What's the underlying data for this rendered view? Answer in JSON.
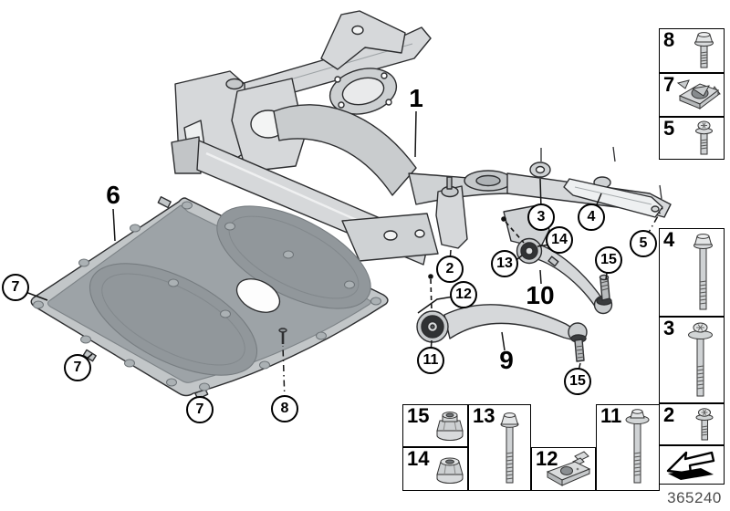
{
  "drawing": {
    "doc_number": "365240",
    "part_labels": {
      "p1": "1",
      "p6": "6",
      "p9": "9",
      "p10": "10"
    },
    "callouts": [
      {
        "id": "c2",
        "label": "2"
      },
      {
        "id": "c3",
        "label": "3"
      },
      {
        "id": "c4",
        "label": "4"
      },
      {
        "id": "c5",
        "label": "5"
      },
      {
        "id": "c7a",
        "label": "7"
      },
      {
        "id": "c7b",
        "label": "7"
      },
      {
        "id": "c7c",
        "label": "7"
      },
      {
        "id": "c8",
        "label": "8"
      },
      {
        "id": "c11",
        "label": "11"
      },
      {
        "id": "c12",
        "label": "12"
      },
      {
        "id": "c13",
        "label": "13"
      },
      {
        "id": "c14",
        "label": "14"
      },
      {
        "id": "c15a",
        "label": "15"
      },
      {
        "id": "c15b",
        "label": "15"
      }
    ]
  },
  "legend": {
    "right_top": [
      {
        "label": "8",
        "icon": "hex-flange-bolt"
      },
      {
        "label": "7",
        "icon": "cage-nut"
      },
      {
        "label": "5",
        "icon": "torx-flange-bolt-short"
      }
    ],
    "right_bottom": [
      {
        "label": "4",
        "icon": "hex-flange-bolt-long"
      },
      {
        "label": "3",
        "icon": "torx-washer-bolt-long"
      },
      {
        "label": "2",
        "icon": "torx-washer-bolt-short"
      }
    ],
    "bottom_row": [
      {
        "label": "15",
        "icon": "collar-flange-nut"
      },
      {
        "label": "14",
        "icon": "flange-nut"
      },
      {
        "label": "13",
        "icon": "hex-flange-bolt-medium"
      },
      {
        "label": "12",
        "icon": "slide-in-clip-nut"
      },
      {
        "label": "11",
        "icon": "washer-head-bolt-long"
      }
    ],
    "direction_arrow_icon": "front-direction-arrow"
  },
  "colors": {
    "line": "#2d2e30",
    "metal_light": "#d6d8da",
    "metal_mid": "#c9ccce",
    "panel_face": "#9da3a7",
    "panel_rim": "#c2c6c8"
  }
}
